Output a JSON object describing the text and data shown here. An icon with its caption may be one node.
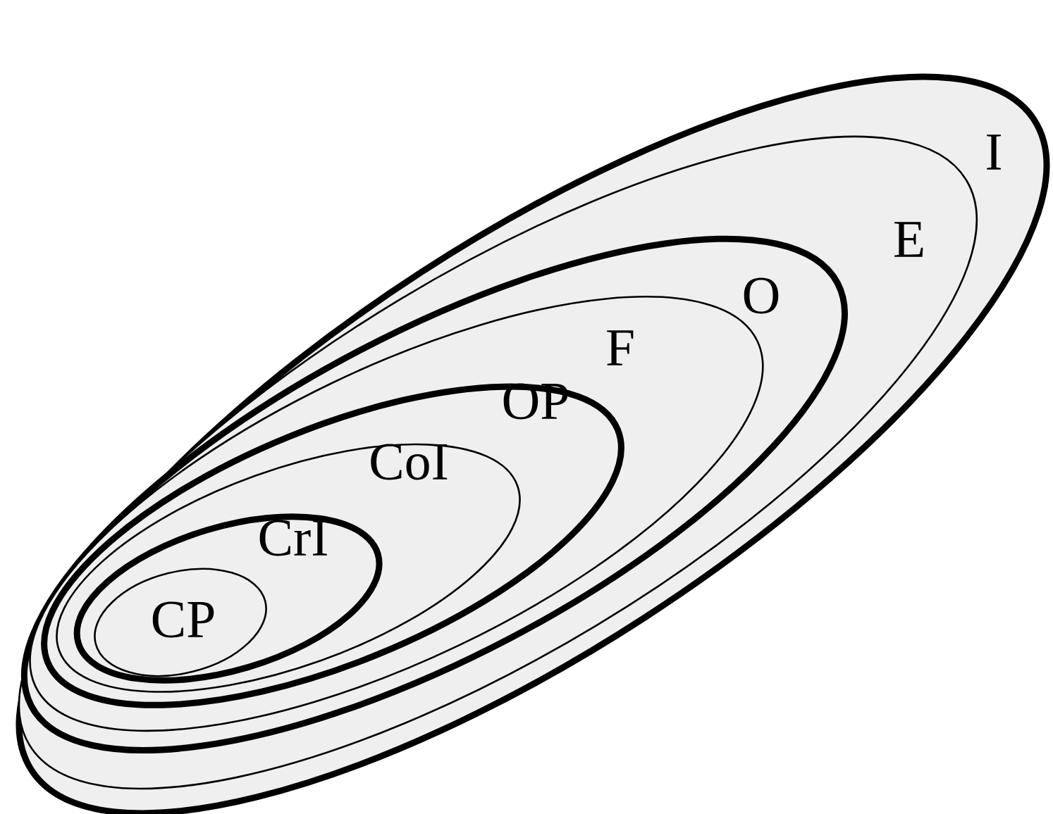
{
  "diagram": {
    "nodes": [
      {
        "text": [
          "I"
        ]
      },
      {
        "text": [
          "E"
        ],
        "in": 0
      },
      {
        "text": [
          "O"
        ],
        "in": 1
      },
      {
        "text": [
          "F"
        ],
        "in": 2
      },
      {
        "text": [
          "OP"
        ],
        "in": 3
      },
      {
        "text": [
          "CoI"
        ],
        "in": 4
      },
      {
        "text": [
          "CrI"
        ],
        "in": 5
      },
      {
        "text": [
          "CP"
        ],
        "in": 6
      }
    ]
  }
}
